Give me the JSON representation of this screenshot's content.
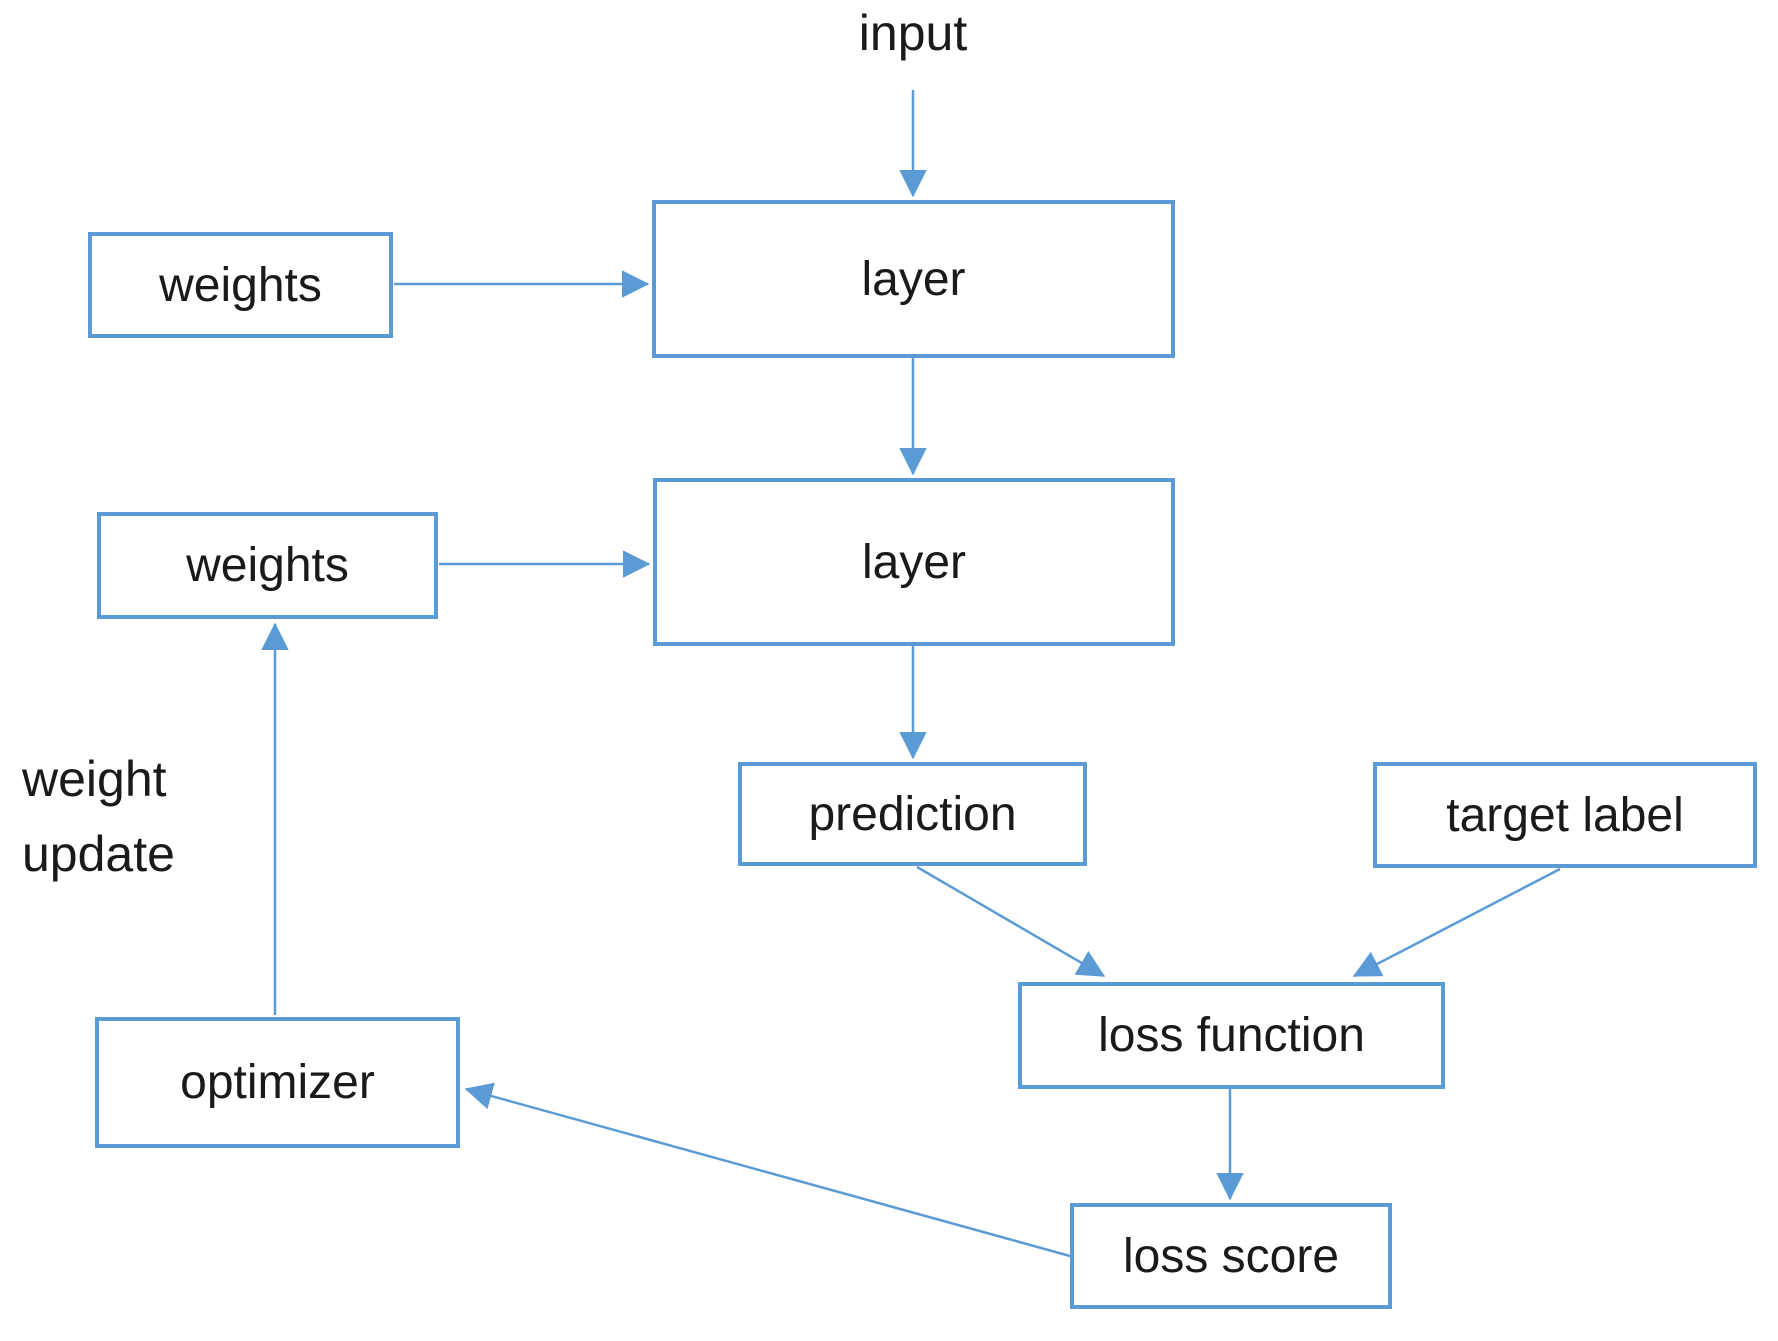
{
  "diagram": {
    "type": "flowchart",
    "subject": "neural network training loop",
    "colors": {
      "accent": "#5b9bd5",
      "text": "#1a1a1a",
      "background": "#ffffff"
    },
    "labels": {
      "input": "input",
      "weights_top": "weights",
      "layer_top": "layer",
      "weights_mid": "weights",
      "layer_mid": "layer",
      "prediction": "prediction",
      "target_label": "target label",
      "loss_function": "loss function",
      "loss_score": "loss score",
      "optimizer": "optimizer",
      "weight_update": "weight update"
    },
    "edges": [
      {
        "from": "input",
        "to": "layer (top)"
      },
      {
        "from": "weights (top)",
        "to": "layer (top)"
      },
      {
        "from": "layer (top)",
        "to": "layer (middle)"
      },
      {
        "from": "weights (middle)",
        "to": "layer (middle)"
      },
      {
        "from": "layer (middle)",
        "to": "prediction"
      },
      {
        "from": "prediction",
        "to": "loss function"
      },
      {
        "from": "target label",
        "to": "loss function"
      },
      {
        "from": "loss function",
        "to": "loss score"
      },
      {
        "from": "loss score",
        "to": "optimizer"
      },
      {
        "from": "optimizer",
        "to": "weights (middle)",
        "label": "weight update"
      }
    ]
  }
}
